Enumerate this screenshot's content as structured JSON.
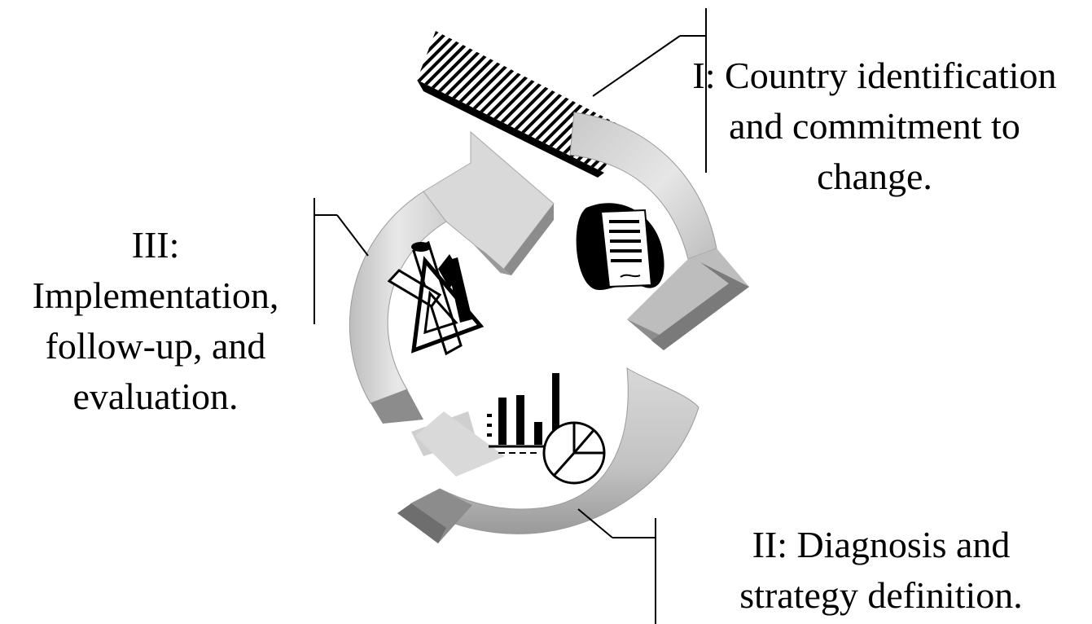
{
  "diagram": {
    "stages": [
      {
        "id": "stage-1",
        "lines": [
          "I: Country identification",
          "and commitment to",
          "change."
        ],
        "icon": "document-icon"
      },
      {
        "id": "stage-2",
        "lines": [
          "II: Diagnosis and",
          "strategy definition."
        ],
        "icon": "chart-icon"
      },
      {
        "id": "stage-3",
        "lines": [
          "III:",
          "Implementation,",
          "follow-up, and",
          "evaluation."
        ],
        "icon": "tools-icon"
      }
    ],
    "colors": {
      "arrow_light": "#d9d9d9",
      "arrow_mid": "#bfbfbf",
      "arrow_dark": "#8c8c8c",
      "arrow_darkest": "#6e6e6e",
      "ink": "#000000"
    }
  }
}
